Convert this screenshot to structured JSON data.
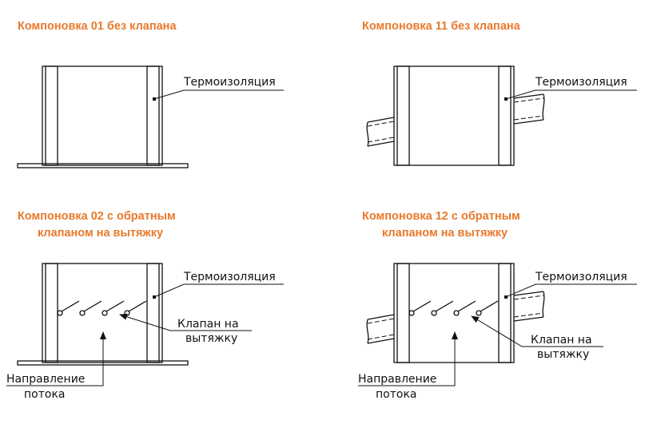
{
  "panels": [
    {
      "title_line1": "Компоновка 01 без клапана",
      "insulation_label": "Термоизоляция"
    },
    {
      "title_line1": "Компоновка 11 без клапана",
      "insulation_label": "Термоизоляция"
    },
    {
      "title_line1": "Компоновка 02 с обратным",
      "title_line2": "клапаном на вытяжку",
      "insulation_label": "Термоизоляция",
      "valve_label_1": "Клапан  на",
      "valve_label_2": "вытяжку",
      "flow_label_1": "Направление",
      "flow_label_2": "потока"
    },
    {
      "title_line1": "Компоновка 12 с обратным",
      "title_line2": "клапаном на вытяжку",
      "insulation_label": "Термоизоляция",
      "valve_label_1": "Клапан  на",
      "valve_label_2": "вытяжку",
      "flow_label_1": "Направление",
      "flow_label_2": "потока"
    }
  ],
  "colors": {
    "title": "#E8792B",
    "line": "#111111"
  }
}
